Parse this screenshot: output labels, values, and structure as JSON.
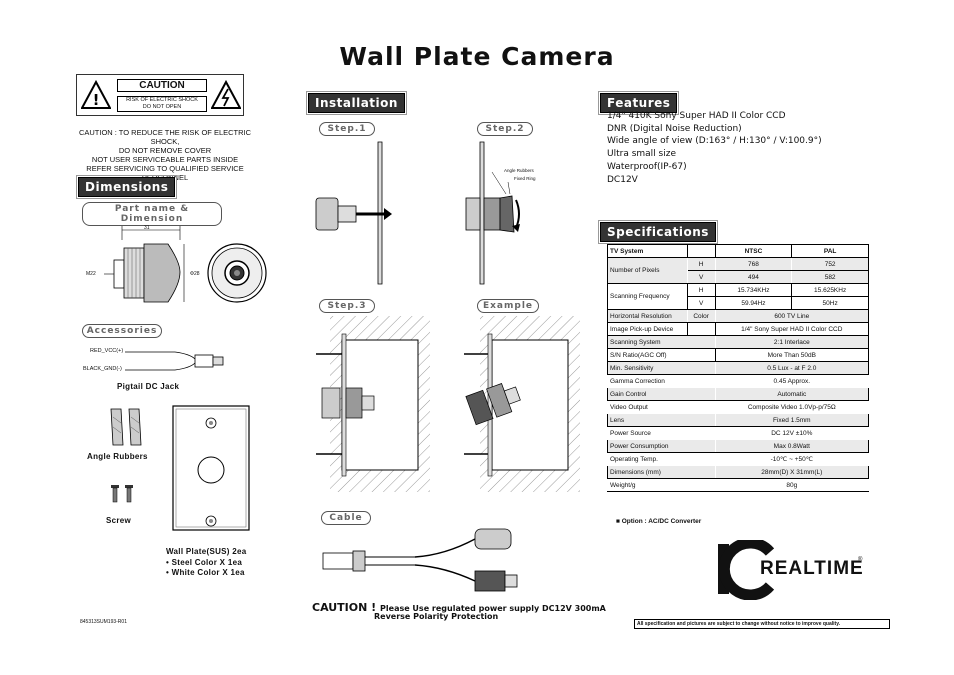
{
  "title": "Wall Plate Camera",
  "caution_label": {
    "heading": "CAUTION",
    "line1": "RISK OF ELECTRIC SHOCK",
    "line2": "DO NOT OPEN"
  },
  "caution_notice": [
    "CAUTION : TO REDUCE THE RISK OF ELECTRIC SHOCK,",
    "DO NOT REMOVE COVER",
    "NOT USER SERVICEABLE PARTS INSIDE",
    "REFER SERVICING TO QUALIFIED SERVICE PERSONNEL"
  ],
  "dimensions": {
    "header": "Dimensions",
    "sub_header": "Part name & Dimension",
    "dim_31": "31",
    "dim_m22": "M22",
    "dim_phi28": "Φ28"
  },
  "accessories": {
    "header": "Accessories",
    "red_wire": "RED_VCC(+)",
    "black_wire": "BLACK_GND(-)",
    "pigtail": "Pigtail DC Jack",
    "angle_rubbers": "Angle Rubbers",
    "screw": "Screw",
    "wall_plate": "Wall Plate(SUS) 2ea",
    "steel": "• Steel Color  X 1ea",
    "white": "• White Color X 1ea"
  },
  "installation": {
    "header": "Installation",
    "step1": "Step.1",
    "step2": "Step.2",
    "step3": "Step.3",
    "example": "Example",
    "cable": "Cable",
    "angle_rubbers_label": "Angle Rubbers",
    "fixed_ring_label": "Fixed Ring"
  },
  "caution_footer": {
    "prefix": "CAUTION !",
    "line1": "Please Use regulated power supply DC12V 300mA",
    "line2": "Reverse Polarity Protection"
  },
  "doc_code": "845313SUM193-R01",
  "features": {
    "header": "Features",
    "items": [
      "1/4\" 410K Sony Super HAD II Color CCD",
      "DNR (Digital Noise Reduction)",
      "Wide angle of view (D:163° / H:130° / V:100.9°)",
      "Ultra small size",
      "Waterproof(IP-67)",
      "DC12V"
    ]
  },
  "specifications": {
    "header": "Specifications",
    "col_system": "TV System",
    "col_ntsc": "NTSC",
    "col_pal": "PAL",
    "pixels_label": "Number of Pixels",
    "pixels_h": "H",
    "pixels_h_ntsc": "768",
    "pixels_h_pal": "752",
    "pixels_v": "V",
    "pixels_v_ntsc": "494",
    "pixels_v_pal": "582",
    "freq_label": "Scanning Frequency",
    "freq_h": "H",
    "freq_h_ntsc": "15.734KHz",
    "freq_h_pal": "15.625KHz",
    "freq_v": "V",
    "freq_v_ntsc": "59.94Hz",
    "freq_v_pal": "50Hz",
    "hres_label": "Horizontal Resolution",
    "hres_mode": "Color",
    "hres_value": "600 TV Line",
    "pickup_label": "Image Pick-up Device",
    "pickup_value": "1/4\" Sony Super HAD II Color CCD",
    "rows": [
      {
        "label": "Scanning System",
        "value": "2:1 Interlace"
      },
      {
        "label": "S/N Ratio(AGC Off)",
        "value": "More Than 50dB"
      },
      {
        "label": "Min. Sensitivity",
        "value": "0.5 Lux - at F 2.0"
      },
      {
        "label": "Gamma Correction",
        "value": "0.45 Approx."
      },
      {
        "label": "Gain Control",
        "value": "Automatic"
      },
      {
        "label": "Video Output",
        "value": "Composite Video 1.0Vp-p/75Ω"
      },
      {
        "label": "Lens",
        "value": "Fixed 1.5mm"
      },
      {
        "label": "Power Source",
        "value": "DC 12V ±10%"
      },
      {
        "label": "Power Consumption",
        "value": "Max 0.8Watt"
      },
      {
        "label": "Operating Temp.",
        "value": "-10℃ ~ +50℃"
      },
      {
        "label": "Dimensions (mm)",
        "value": "28mm(D) X 31mm(L)"
      },
      {
        "label": "Weight/g",
        "value": "80g"
      }
    ]
  },
  "option": "■ Option  : AC/DC Converter",
  "brand": {
    "logo_text": "REALTIME",
    "reg": "®"
  },
  "disclaimer": "All specification and pictures are subject to change without notice to improve quality."
}
